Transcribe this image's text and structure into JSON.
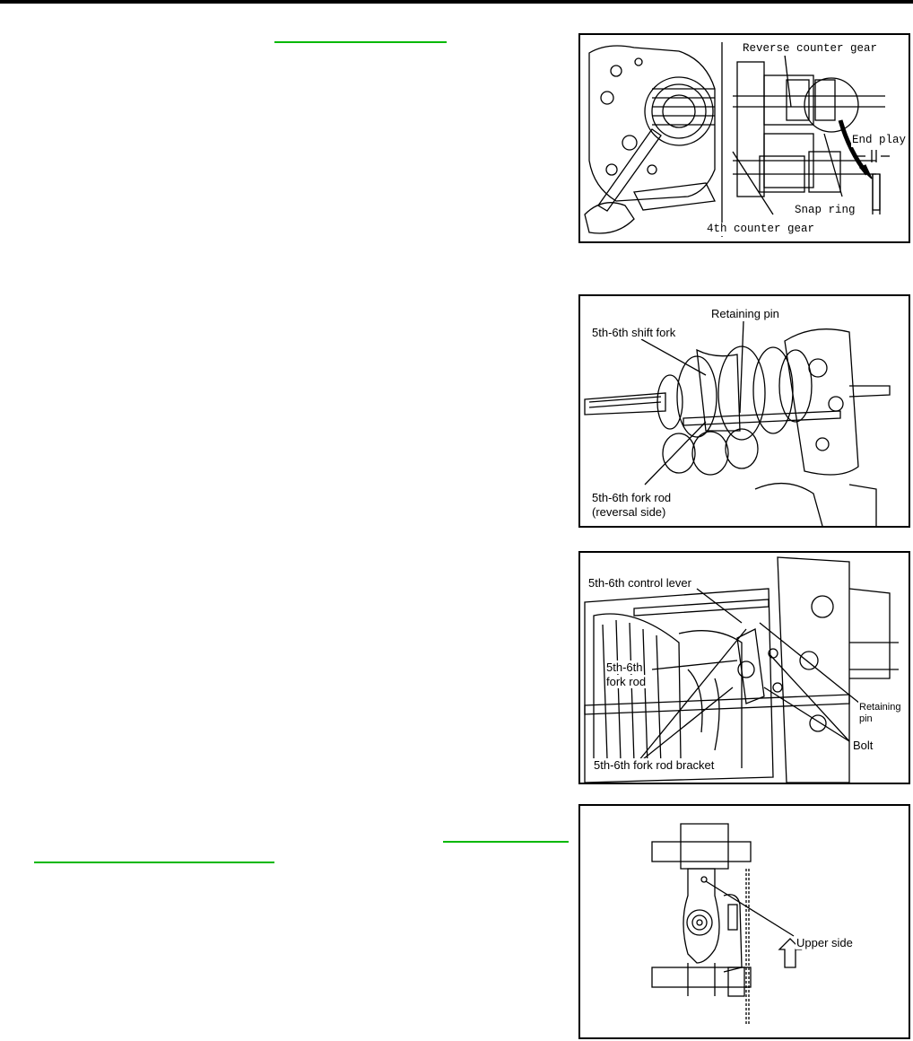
{
  "figure1": {
    "labels": {
      "reverse_counter_gear": "Reverse counter gear",
      "end_play": "End play",
      "snap_ring": "Snap ring",
      "fourth_counter_gear": "4th counter gear"
    }
  },
  "figure2": {
    "labels": {
      "retaining_pin": "Retaining pin",
      "shift_fork": "5th-6th shift fork",
      "fork_rod": "5th-6th fork rod",
      "fork_rod_note": "(reversal side)"
    }
  },
  "figure3": {
    "labels": {
      "control_lever": "5th-6th control lever",
      "fork_rod_line1": "5th-6th",
      "fork_rod_line2": "fork rod",
      "retaining_line1": "Retaining",
      "retaining_line2": "pin",
      "bolt": "Bolt",
      "fork_rod_bracket": "5th-6th fork rod bracket"
    }
  },
  "figure4": {
    "labels": {
      "upper_side": "Upper side"
    }
  },
  "colors": {
    "link": "#00b800",
    "line": "#000000"
  }
}
